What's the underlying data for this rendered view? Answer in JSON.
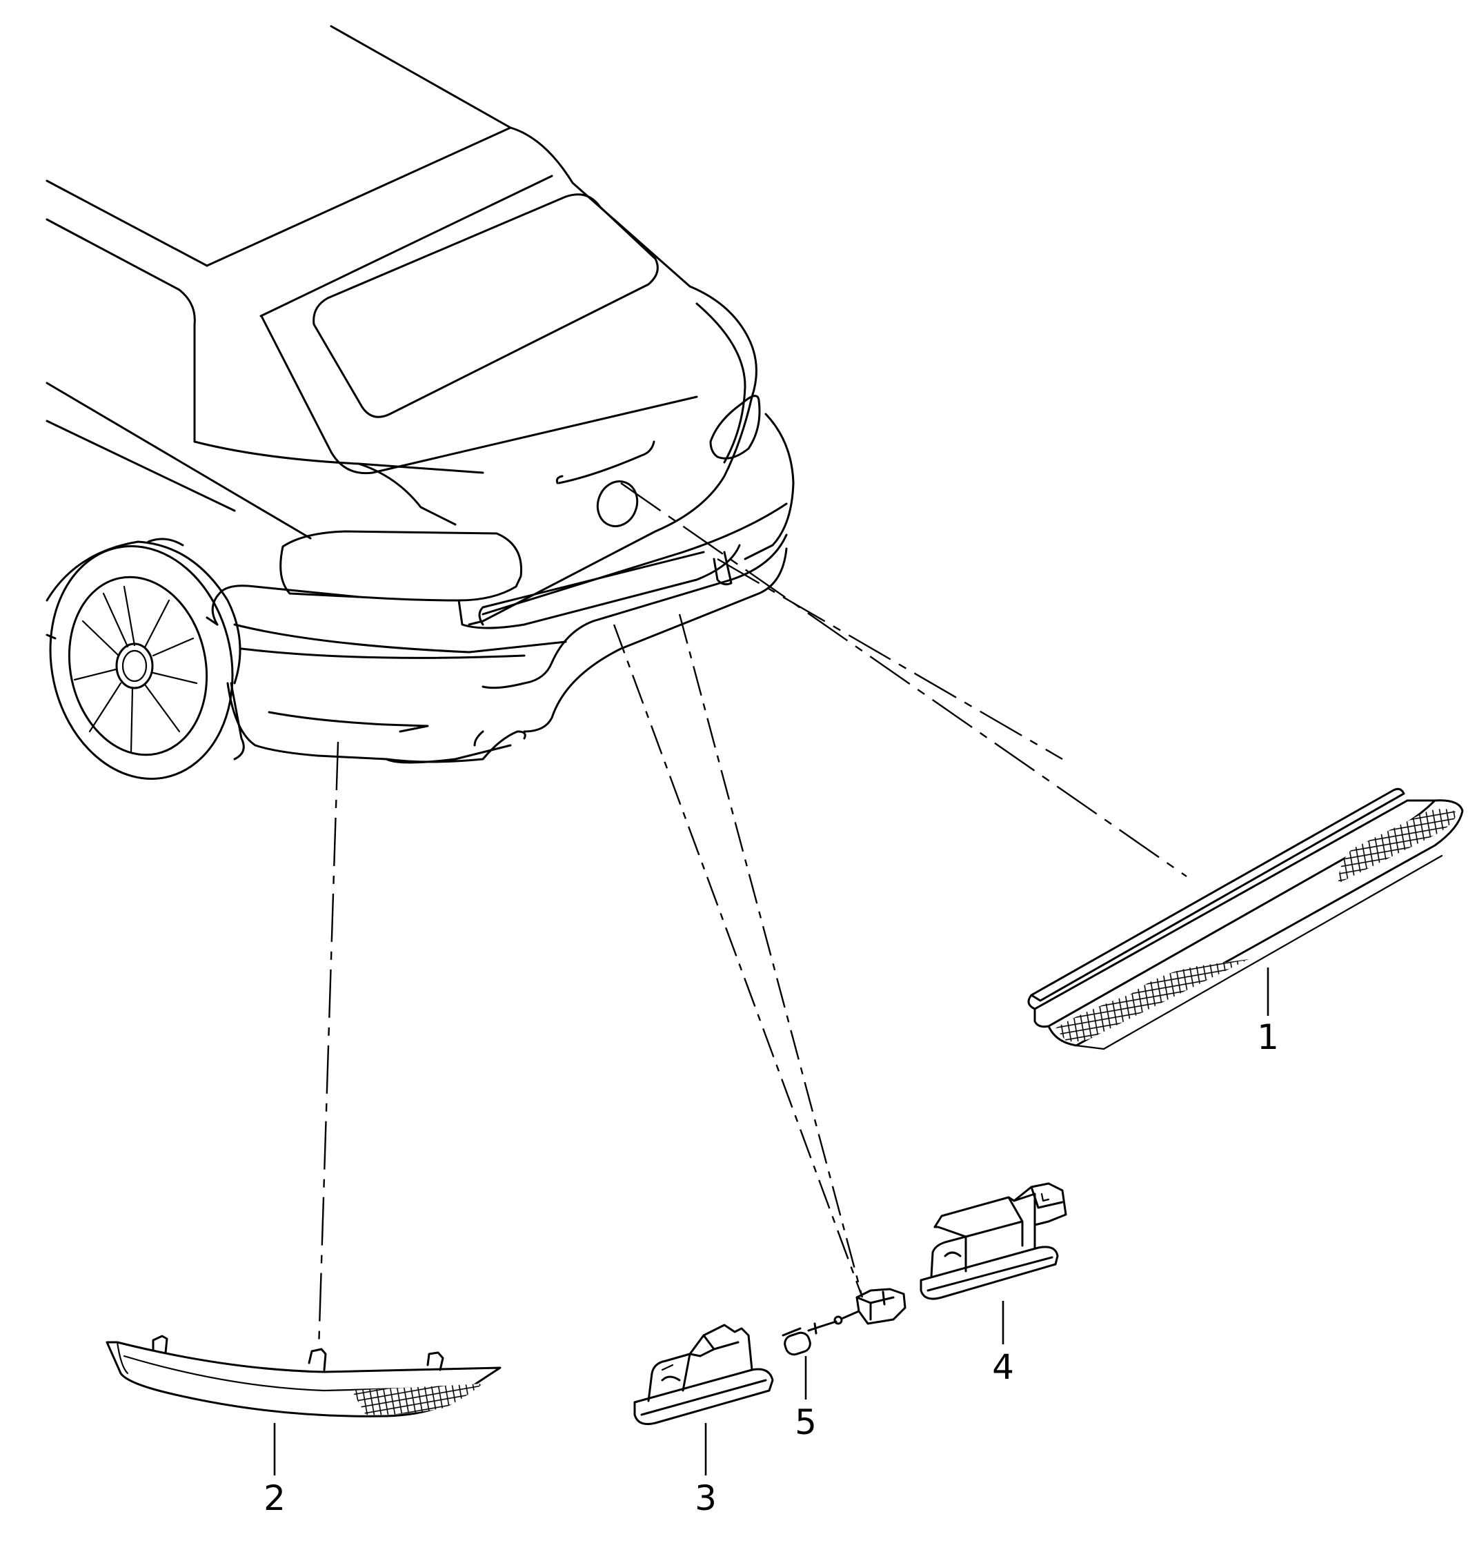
{
  "callouts": [
    {
      "number": "1",
      "part": "high-level-brake-light"
    },
    {
      "number": "2",
      "part": "rear-reflector"
    },
    {
      "number": "3",
      "part": "licence-plate-light"
    },
    {
      "number": "4",
      "part": "licence-plate-light"
    },
    {
      "number": "5",
      "part": "bulb"
    }
  ]
}
